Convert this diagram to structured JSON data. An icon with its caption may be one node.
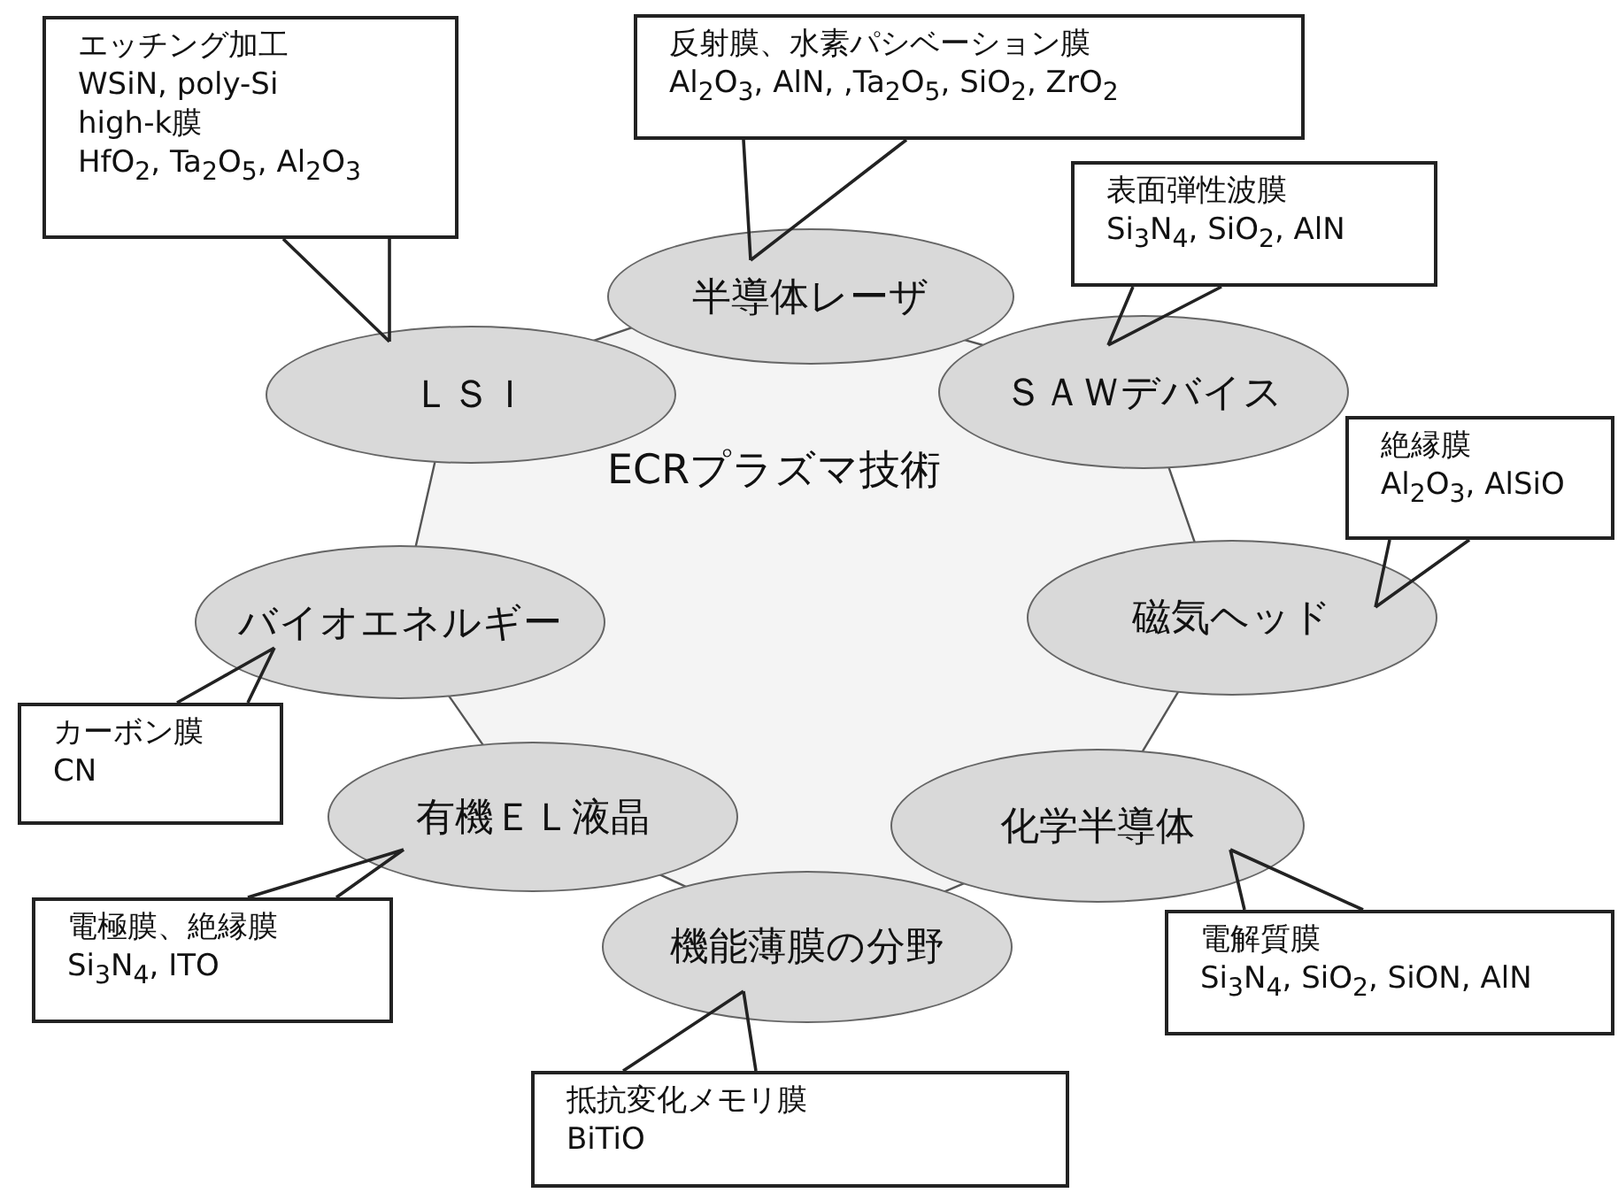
{
  "diagram": {
    "nodes": [
      {
        "text": [
          "エッチング加工",
          "WSiN, poly-Si",
          "high-k膜",
          "HfO$_{2}$, Ta$_{2}$O$_{5}$, Al$_{2}$O$_{3}$"
        ]
      },
      {
        "text": [
          "反射膜、水素パシベーション膜",
          "Al$_{2}$O$_{3}$, AlN, ,Ta$_{2}$O$_{5}$, SiO$_{2}$, ZrO$_{2}$"
        ]
      },
      {
        "text": [
          "表面弾性波膜",
          "Si$_{3}$N$_{4}$, SiO$_{2}$, AlN"
        ]
      },
      {
        "text": [
          "ＬＳＩ"
        ]
      },
      {
        "text": [
          "半導体レーザ"
        ]
      },
      {
        "text": [
          "ＳＡＷデバイス"
        ]
      },
      {
        "text": [
          "絶縁膜",
          "Al$_{2}$O$_{3}$, AlSiO"
        ]
      },
      {
        "text": [
          "ECRプラズマ技術"
        ]
      },
      {
        "text": [
          "バイオエネルギー"
        ]
      },
      {
        "text": [
          "磁気ヘッド"
        ]
      },
      {
        "text": [
          "カーボン膜",
          "CN"
        ]
      },
      {
        "text": [
          "有機ＥＬ液晶"
        ]
      },
      {
        "text": [
          "化学半導体"
        ]
      },
      {
        "text": [
          "電極膜、絶縁膜",
          "Si$_{3}$N$_{4}$, ITO"
        ]
      },
      {
        "text": [
          "機能薄膜の分野"
        ]
      },
      {
        "text": [
          "電解質膜",
          "Si$_{3}$N$_{4}$, SiO$_{2}$, SiON, AlN"
        ]
      },
      {
        "text": [
          "抵抗変化メモリ膜",
          "BiTiO"
        ]
      }
    ],
    "edges": [
      {
        "from": 0,
        "to": 3,
        "arrow": "none"
      },
      {
        "from": 1,
        "to": 4,
        "arrow": "none"
      },
      {
        "from": 2,
        "to": 5,
        "arrow": "none"
      },
      {
        "from": 6,
        "to": 9,
        "arrow": "none"
      },
      {
        "from": 10,
        "to": 8,
        "arrow": "none"
      },
      {
        "from": 13,
        "to": 11,
        "arrow": "none"
      },
      {
        "from": 16,
        "to": 14,
        "arrow": "none"
      },
      {
        "from": 15,
        "to": 12,
        "arrow": "none"
      }
    ]
  }
}
